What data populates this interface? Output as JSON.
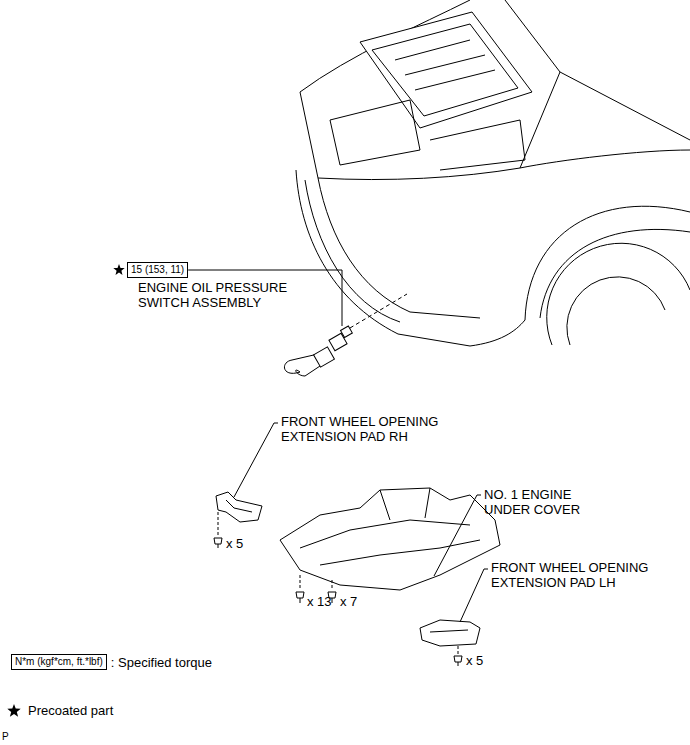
{
  "diagram": {
    "nodes": [
      {
        "text": [
          "15 (153, 11)"
        ]
      },
      {
        "text": [
          "N*m (kgf*cm, ft.*lbf)"
        ]
      }
    ],
    "labels": [
      "ENGINE OIL PRESSURE SWITCH ASSEMBLY",
      "FRONT WHEEL OPENING EXTENSION PAD RH",
      "x 5",
      "NO. 1 ENGINE UNDER COVER",
      "x 13",
      "x 7",
      "FRONT WHEEL OPENING EXTENSION PAD LH",
      "x 5",
      "P"
    ],
    "legend": [
      {
        "text": ": Specified torque"
      },
      {
        "text": "Precoated part"
      }
    ]
  }
}
